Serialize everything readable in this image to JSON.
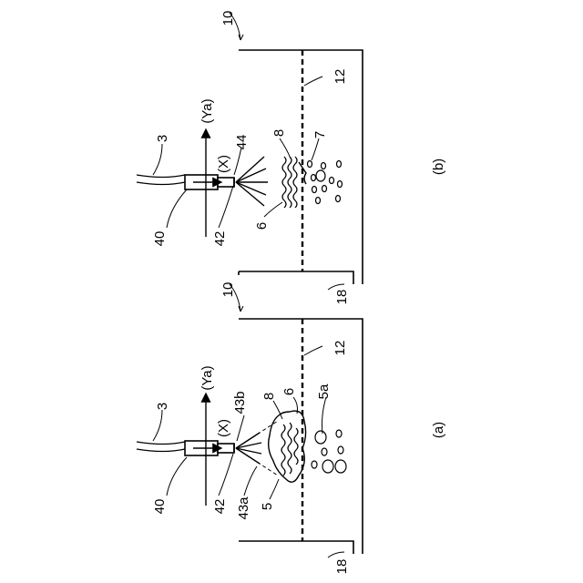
{
  "figure_b": {
    "caption": "(b)",
    "labels": {
      "tank_ref": "10",
      "line_ref": "12",
      "cable_ref": "3",
      "axis_ya": "(Ya)",
      "axis_x": "(X)",
      "spray_ref": "44",
      "debris_ref": "8",
      "particles_ref": "7",
      "holder_ref": "40",
      "nozzle_ref": "42",
      "film_ref": "6",
      "drain_ref": "18"
    }
  },
  "figure_a": {
    "caption": "(a)",
    "labels": {
      "tank_ref": "10",
      "line_ref": "12",
      "cable_ref": "3",
      "axis_ya": "(Ya)",
      "axis_x": "(X)",
      "spray_b_ref": "43b",
      "debris_ref": "8",
      "film_ref": "6",
      "particles_ref": "5a",
      "holder_ref": "40",
      "nozzle_ref": "42",
      "spray_a_ref": "43a",
      "object_ref": "5",
      "drain_ref": "18"
    }
  }
}
